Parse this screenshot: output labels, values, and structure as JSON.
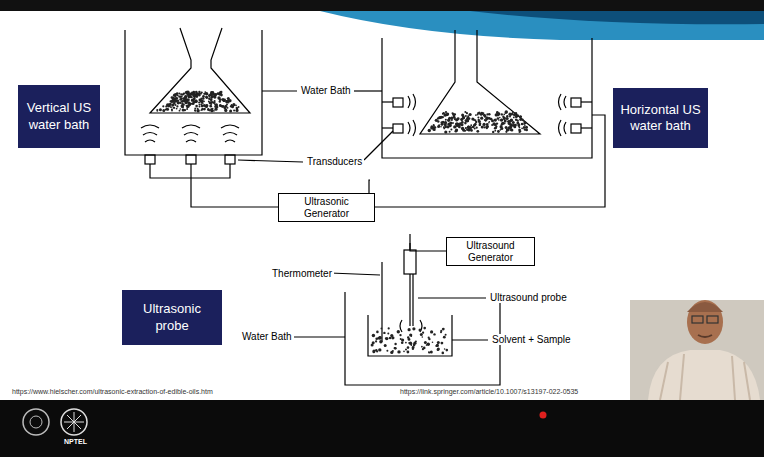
{
  "diagram": {
    "nodes": [
      {
        "text": [
          "Vertical US water bath"
        ]
      },
      {
        "text": [
          "Horizontal US water bath"
        ]
      },
      {
        "text": [
          "Ultrasonic Generator"
        ]
      },
      {
        "text": [
          "Ultrasonic probe"
        ]
      },
      {
        "text": [
          "Ultrasound Generator"
        ]
      }
    ],
    "labels": [
      "Water Bath",
      "Transducers",
      "Thermometer",
      "Ultrasound probe",
      "Water Bath",
      "Solvent + Sample",
      "https://www.hielscher.com/ultrasonic-extraction-of-edible-oils.htm",
      "https://link.springer.com/article/10.1007/s13197-022-0535",
      "NPTEL"
    ]
  }
}
